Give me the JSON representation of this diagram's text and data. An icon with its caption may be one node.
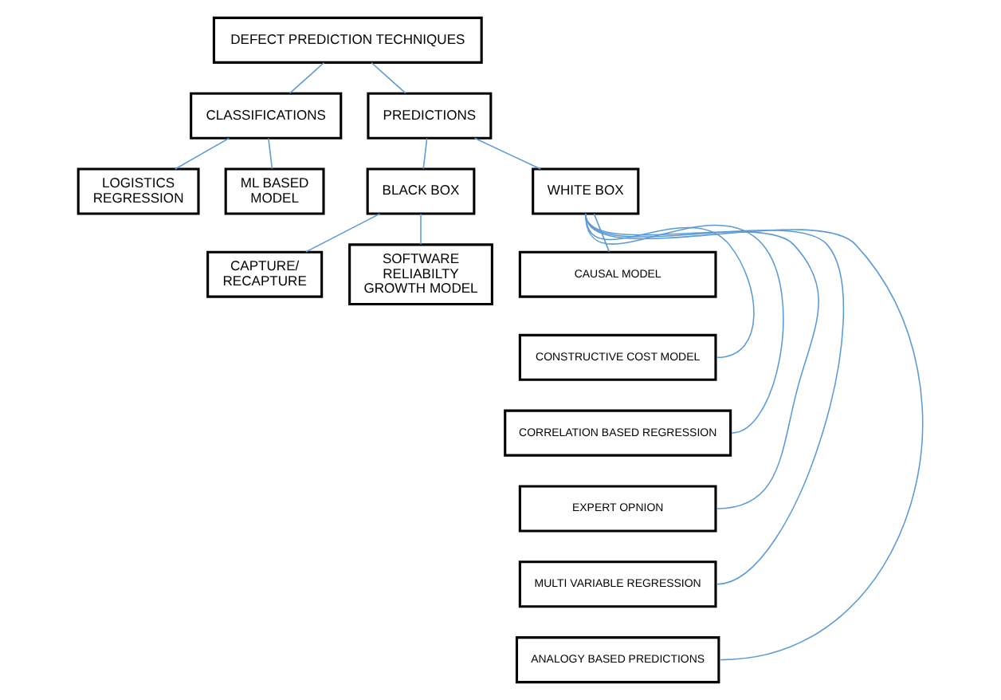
{
  "diagram": {
    "nodes": [
      {
        "text": [
          "DEFECT PREDICTION TECHNIQUES"
        ]
      },
      {
        "text": [
          "CLASSIFICATIONS"
        ]
      },
      {
        "text": [
          "PREDICTIONS"
        ]
      },
      {
        "text": [
          "LOGISTICS REGRESSION"
        ]
      },
      {
        "text": [
          "ML BASED MODEL"
        ]
      },
      {
        "text": [
          "BLACK BOX"
        ]
      },
      {
        "text": [
          "WHITE BOX"
        ]
      },
      {
        "text": [
          "CAPTURE/ RECAPTURE"
        ]
      },
      {
        "text": [
          "SOFTWARE RELIABILTY GROWTH MODEL"
        ]
      },
      {
        "text": [
          "CAUSAL MODEL"
        ]
      },
      {
        "text": [
          "CONSTRUCTIVE COST MODEL"
        ]
      },
      {
        "text": [
          "CORRELATION BASED REGRESSION"
        ]
      },
      {
        "text": [
          "EXPERT OPNION"
        ]
      },
      {
        "text": [
          "MULTI VARIABLE REGRESSION"
        ]
      },
      {
        "text": [
          "ANALOGY BASED PREDICTIONS"
        ]
      }
    ],
    "edges": [
      {
        "from": 0,
        "to": 1,
        "arrow": "none"
      },
      {
        "from": 0,
        "to": 2,
        "arrow": "none"
      },
      {
        "from": 1,
        "to": 3,
        "arrow": "none"
      },
      {
        "from": 1,
        "to": 4,
        "arrow": "none"
      },
      {
        "from": 2,
        "to": 5,
        "arrow": "none"
      },
      {
        "from": 2,
        "to": 6,
        "arrow": "none"
      },
      {
        "from": 5,
        "to": 7,
        "arrow": "none"
      },
      {
        "from": 5,
        "to": 8,
        "arrow": "none"
      },
      {
        "from": 6,
        "to": 9,
        "arrow": "none"
      },
      {
        "from": 6,
        "to": 10,
        "arrow": "none"
      },
      {
        "from": 6,
        "to": 11,
        "arrow": "none"
      },
      {
        "from": 6,
        "to": 12,
        "arrow": "none"
      },
      {
        "from": 6,
        "to": 13,
        "arrow": "none"
      },
      {
        "from": 6,
        "to": 14,
        "arrow": "none"
      }
    ]
  }
}
